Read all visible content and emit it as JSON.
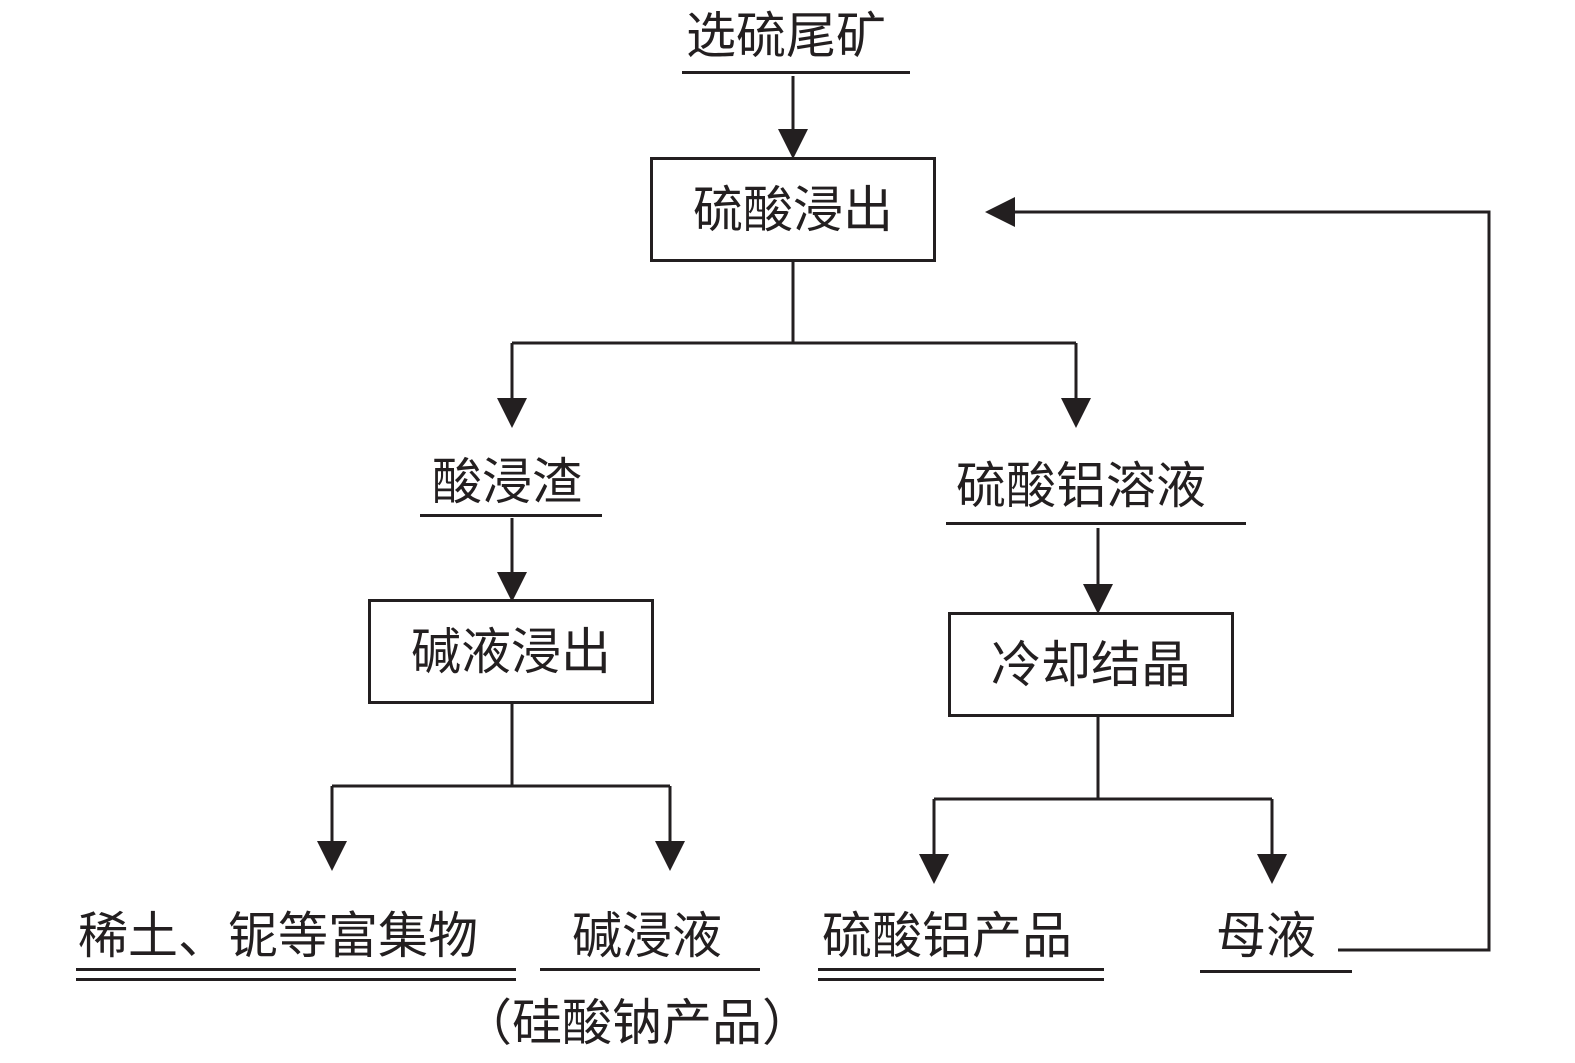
{
  "nodes": {
    "ore": "选硫尾矿",
    "acid_leach": "硫酸浸出",
    "acid_residue": "酸浸渣",
    "alum_solution": "硫酸铝溶液",
    "alkali_leach": "碱液浸出",
    "crystallize": "冷却结晶",
    "ree_concentrate": "稀土、铌等富集物",
    "alkali_liquor": "碱浸液",
    "sodium_silicate": "（硅酸钠产品）",
    "alum_product": "硫酸铝产品",
    "mother_liquor": "母液"
  },
  "colors": {
    "ink": "#231f20",
    "background": "#ffffff"
  }
}
